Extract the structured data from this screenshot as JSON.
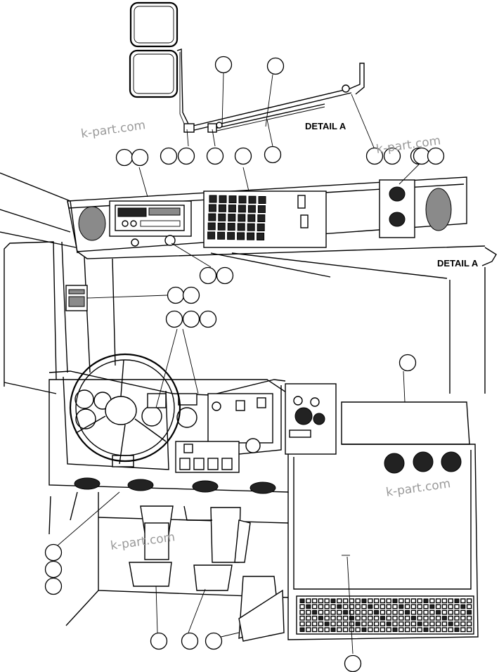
{
  "labels": {
    "detail_a_top": "DETAIL A",
    "detail_a_side": "DETAIL A"
  },
  "watermarks": [
    "k-part.com",
    "k-part.com",
    "k-part.com",
    "k-part.com"
  ],
  "callout_count": 29
}
